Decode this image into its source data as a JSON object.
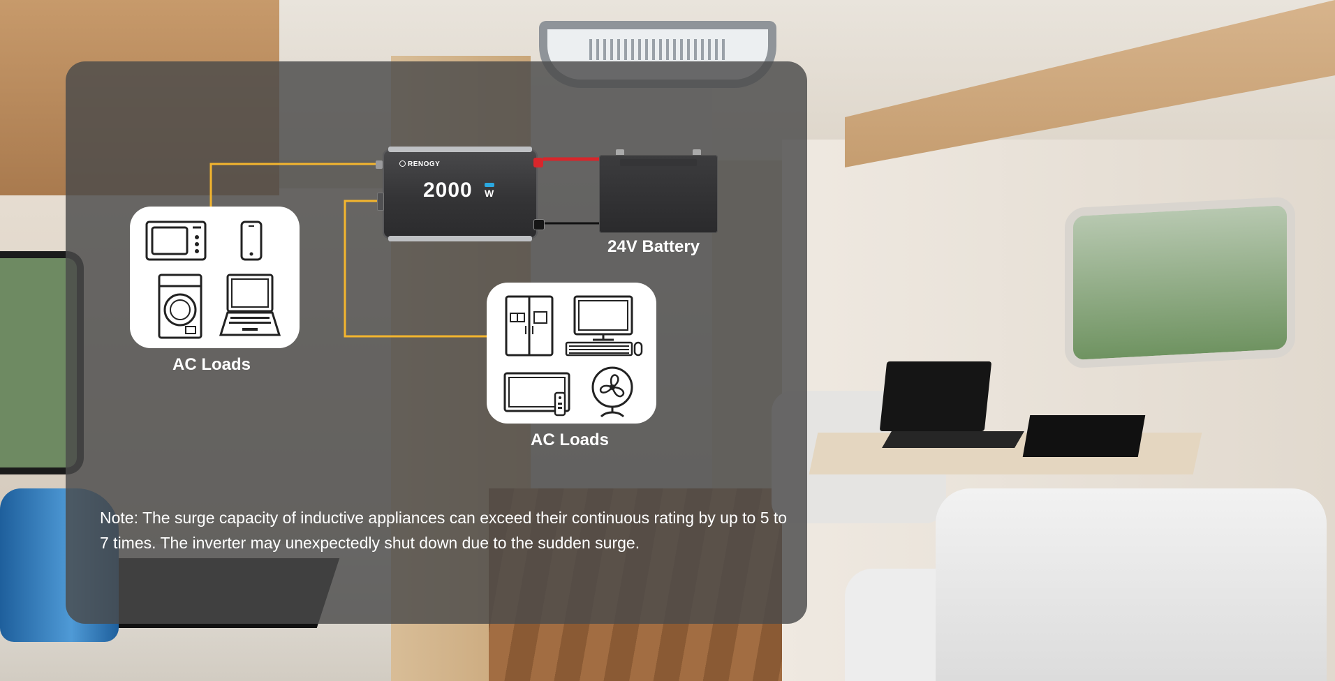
{
  "diagram": {
    "inverter": {
      "brand": "RENOGY",
      "rating": "2000",
      "unit": "W"
    },
    "battery_label": "24V Battery",
    "loads_left": {
      "label": "AC Loads",
      "icons": [
        "microwave-icon",
        "phone-icon",
        "washing-machine-icon",
        "laptop-icon"
      ]
    },
    "loads_right": {
      "label": "AC Loads",
      "icons": [
        "refrigerator-icon",
        "desktop-computer-icon",
        "television-icon",
        "fan-icon"
      ]
    },
    "note": "Note: The surge capacity of inductive appliances can exceed their continuous rating by up to 5 to 7 times. The inverter may unexpectedly shut down due to the sudden surge.",
    "colors": {
      "ac_wire": "#f3b52e",
      "dc_positive": "#d8262b",
      "dc_negative": "#111111",
      "panel": "#4a4a4a"
    }
  }
}
